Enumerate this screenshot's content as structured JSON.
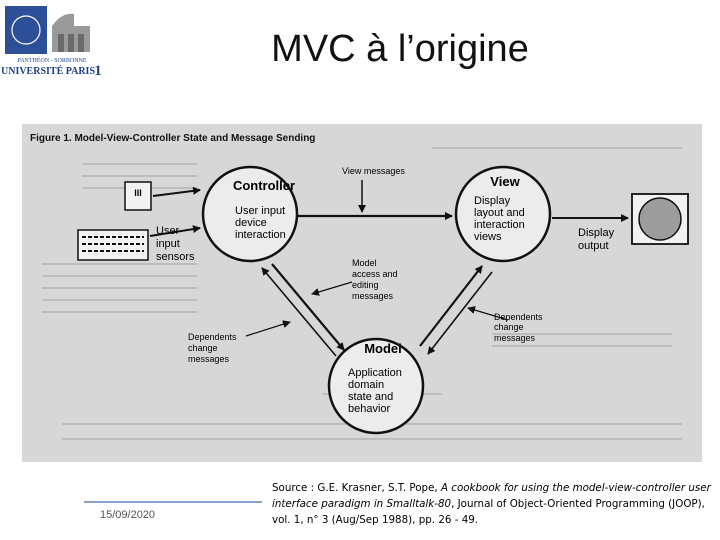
{
  "logo": {
    "top_text": "PANTHÉON - SORBONNE",
    "bottom_text": "UNIVERSITÉ PARIS",
    "numeral": "1"
  },
  "slide": {
    "title": "MVC à l’origine",
    "date": "15/09/2020"
  },
  "figure": {
    "caption": "Figure 1. Model-View-Controller State and Message Sending",
    "nodes": {
      "controller": {
        "title": "Controller",
        "lines": [
          "User input",
          "device",
          "interaction"
        ]
      },
      "view": {
        "title": "View",
        "lines": [
          "Display",
          "layout and",
          "interaction",
          "views"
        ]
      },
      "model": {
        "title": "Model",
        "lines": [
          "Application",
          "domain",
          "state and",
          "behavior"
        ]
      }
    },
    "labels": {
      "user_input": [
        "User",
        "input",
        "sensors"
      ],
      "display_output": [
        "Display",
        "output"
      ],
      "view_messages": "View messages",
      "model_access": [
        "Model",
        "access and",
        "editing",
        "messages"
      ],
      "dependents_left": [
        "Dependents",
        "change",
        "messages"
      ],
      "dependents_right": [
        "Dependents",
        "change",
        "messages"
      ]
    },
    "keypad_text": "III"
  },
  "source": {
    "prefix": "Source : G.E. Krasner, S.T. Pope, ",
    "title_italic": "A cookbook for using the model-view-controller user interface paradigm in Smalltalk-80",
    "rest": ", Journal of Object-Oriented Programming (JOOP), vol. 1, n° 3 (Aug/Sep 1988), pp. 26 - 49."
  },
  "colors": {
    "logo_blue": "#1f3f8a",
    "footer_line": "#8aa0c8",
    "figure_bg": "#d7d7d7"
  }
}
